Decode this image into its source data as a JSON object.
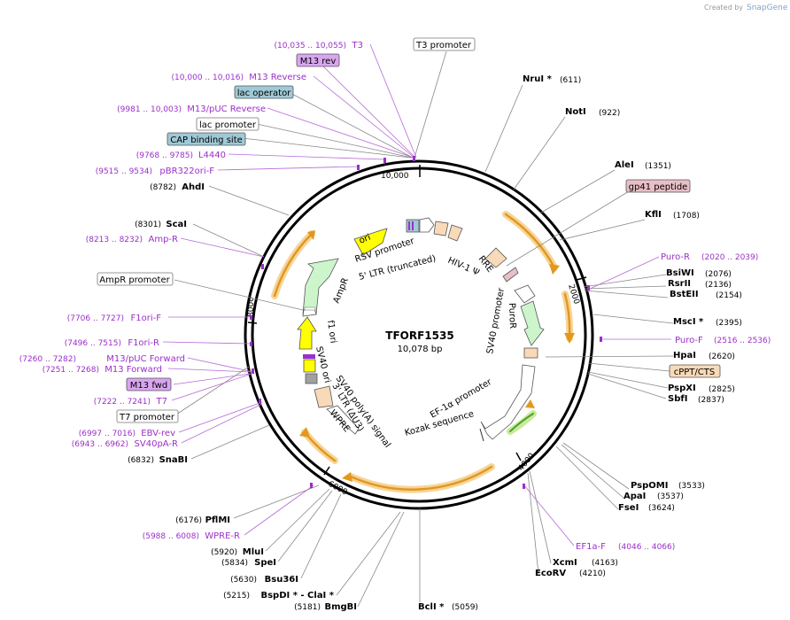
{
  "brand": {
    "created_by": "Created by",
    "name": "SnapGene"
  },
  "plasmid": {
    "name": "TFORF1535",
    "length": "10,078 bp"
  },
  "ticks": [
    "2000",
    "4000",
    "6000",
    "8000",
    "10,000"
  ],
  "enzymes": [
    {
      "name": "NruI *",
      "pos": "(611)",
      "side": "r"
    },
    {
      "name": "NotI",
      "pos": "(922)",
      "side": "r"
    },
    {
      "name": "AleI",
      "pos": "(1351)",
      "side": "r"
    },
    {
      "name": "KflI",
      "pos": "(1708)",
      "side": "r"
    },
    {
      "name": "BsiWI",
      "pos": "(2076)",
      "side": "r"
    },
    {
      "name": "RsrII",
      "pos": "(2136)",
      "side": "r"
    },
    {
      "name": "BstEII",
      "pos": "(2154)",
      "side": "r"
    },
    {
      "name": "MscI *",
      "pos": "(2395)",
      "side": "r"
    },
    {
      "name": "HpaI",
      "pos": "(2620)",
      "side": "r"
    },
    {
      "name": "PspXI",
      "pos": "(2825)",
      "side": "r"
    },
    {
      "name": "SbfI",
      "pos": "(2837)",
      "side": "r"
    },
    {
      "name": "PspOMI",
      "pos": "(3533)",
      "side": "r"
    },
    {
      "name": "ApaI",
      "pos": "(3537)",
      "side": "r"
    },
    {
      "name": "FseI",
      "pos": "(3624)",
      "side": "r"
    },
    {
      "name": "XcmI",
      "pos": "(4163)",
      "side": "r"
    },
    {
      "name": "EcoRV",
      "pos": "(4210)",
      "side": "r"
    },
    {
      "name": "BclI *",
      "pos": "(5059)",
      "side": "r"
    },
    {
      "name": "BmgBI",
      "pos": "(5181)",
      "side": "l"
    },
    {
      "name": "BspDI * - ClaI *",
      "pos": "(5215)",
      "side": "l"
    },
    {
      "name": "Bsu36I",
      "pos": "(5630)",
      "side": "l"
    },
    {
      "name": "SpeI",
      "pos": "(5834)",
      "side": "l"
    },
    {
      "name": "MluI",
      "pos": "(5920)",
      "side": "l"
    },
    {
      "name": "PflMI",
      "pos": "(6176)",
      "side": "l"
    },
    {
      "name": "SnaBI",
      "pos": "(6832)",
      "side": "l"
    },
    {
      "name": "ScaI",
      "pos": "(8301)",
      "side": "l"
    },
    {
      "name": "AhdI",
      "pos": "(8782)",
      "side": "l"
    }
  ],
  "primers": [
    {
      "name": "T3",
      "pos": "(10,035 .. 10,055)"
    },
    {
      "name": "M13 Reverse",
      "pos": "(10,000 .. 10,016)"
    },
    {
      "name": "M13/pUC Reverse",
      "pos": "(9981 .. 10,003)"
    },
    {
      "name": "L4440",
      "pos": "(9768 .. 9785)"
    },
    {
      "name": "pBR322ori-F",
      "pos": "(9515 .. 9534)"
    },
    {
      "name": "Amp-R",
      "pos": "(8213 .. 8232)"
    },
    {
      "name": "F1ori-F",
      "pos": "(7706 .. 7727)"
    },
    {
      "name": "F1ori-R",
      "pos": "(7496 .. 7515)"
    },
    {
      "name": "M13/pUC Forward",
      "pos": "(7260 .. 7282)"
    },
    {
      "name": "M13 Forward",
      "pos": "(7251 .. 7268)"
    },
    {
      "name": "T7",
      "pos": "(7222 .. 7241)"
    },
    {
      "name": "EBV-rev",
      "pos": "(6997 .. 7016)"
    },
    {
      "name": "SV40pA-R",
      "pos": "(6943 .. 6962)"
    },
    {
      "name": "WPRE-R",
      "pos": "(5988 .. 6008)"
    },
    {
      "name": "Puro-R",
      "pos": "(2020 .. 2039)"
    },
    {
      "name": "Puro-F",
      "pos": "(2516 .. 2536)"
    },
    {
      "name": "EF1a-F",
      "pos": "(4046 .. 4066)"
    }
  ],
  "boxed": {
    "m13_rev": "M13 rev",
    "t3_promoter": "T3 promoter",
    "lac_operator": "lac operator",
    "lac_promoter": "lac promoter",
    "cap_site": "CAP binding site",
    "gp41": "gp41 peptide",
    "ampr_promoter": "AmpR promoter",
    "cppt": "cPPT/CTS",
    "m13_fwd": "M13 fwd",
    "t7_promoter": "T7 promoter"
  },
  "features": {
    "ori": "ori",
    "rsv": "RSV promoter",
    "ltr5": "5' LTR (truncated)",
    "hiv": "HIV-1 Ψ",
    "rre": "RRE",
    "puror": "PuroR",
    "sv40p_right": "SV40 promoter",
    "ef1a": "EF-1α promoter",
    "kozak": "Kozak sequence",
    "sv40pa": "SV40 poly(A) signal",
    "ltr3": "3' LTR (ΔU3)",
    "wpre": "WPRE",
    "sv40ori": "SV40 ori",
    "f1ori": "f1 ori",
    "ampr": "AmpR"
  },
  "colors": {
    "primer": "#9b2fc9",
    "purple_box": "#d9a5f0",
    "blue_box": "#9fc9d6",
    "pink_box": "#e8bfc6",
    "peach_box": "#f8d9b8",
    "ampr": "#ccf5cc",
    "ori": "#ffff00",
    "orange_arrow": "#e3971d"
  }
}
